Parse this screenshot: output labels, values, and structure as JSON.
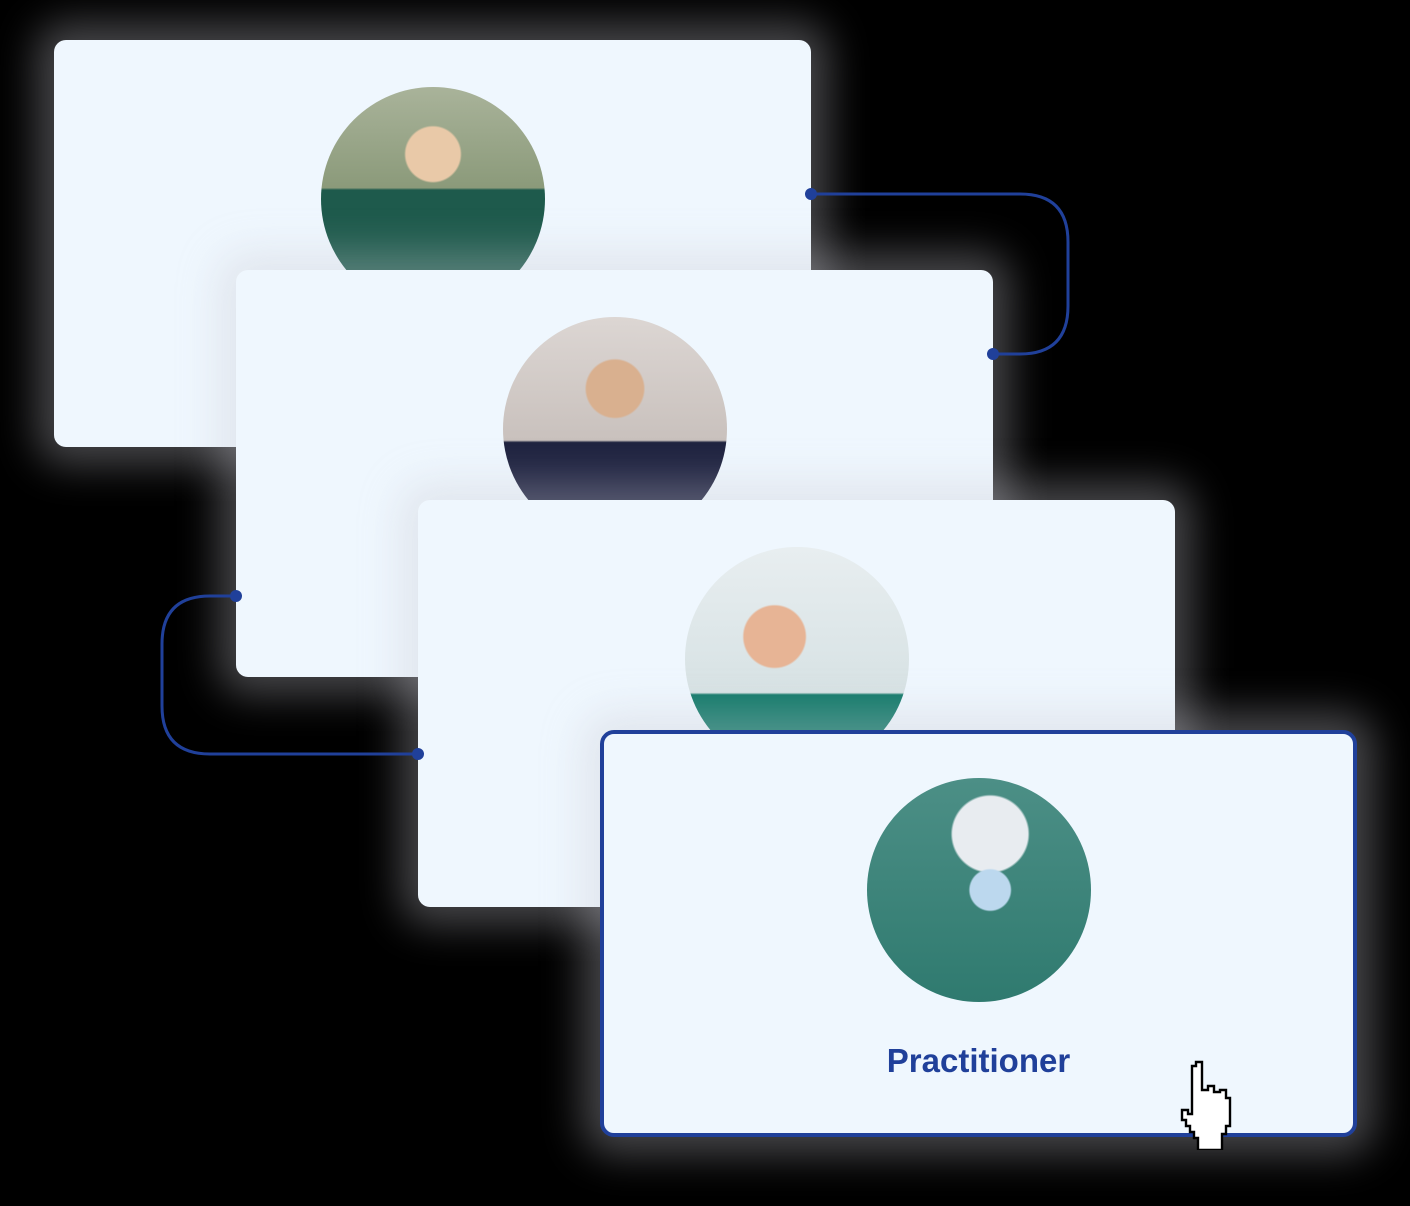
{
  "cards": [
    {
      "id": "card-1",
      "avatar": "female-practitioner-green-top"
    },
    {
      "id": "card-2",
      "avatar": "male-practitioner-navy-shirt"
    },
    {
      "id": "card-3",
      "avatar": "female-practitioner-teal-scrubs"
    },
    {
      "id": "card-4",
      "avatar": "surgeon-with-mask",
      "label": "Practitioner",
      "selected": true
    }
  ],
  "colors": {
    "accent": "#20409a",
    "card_bg": "#eff7fe",
    "background": "#000000"
  },
  "cursor": "pointer-hand-icon"
}
